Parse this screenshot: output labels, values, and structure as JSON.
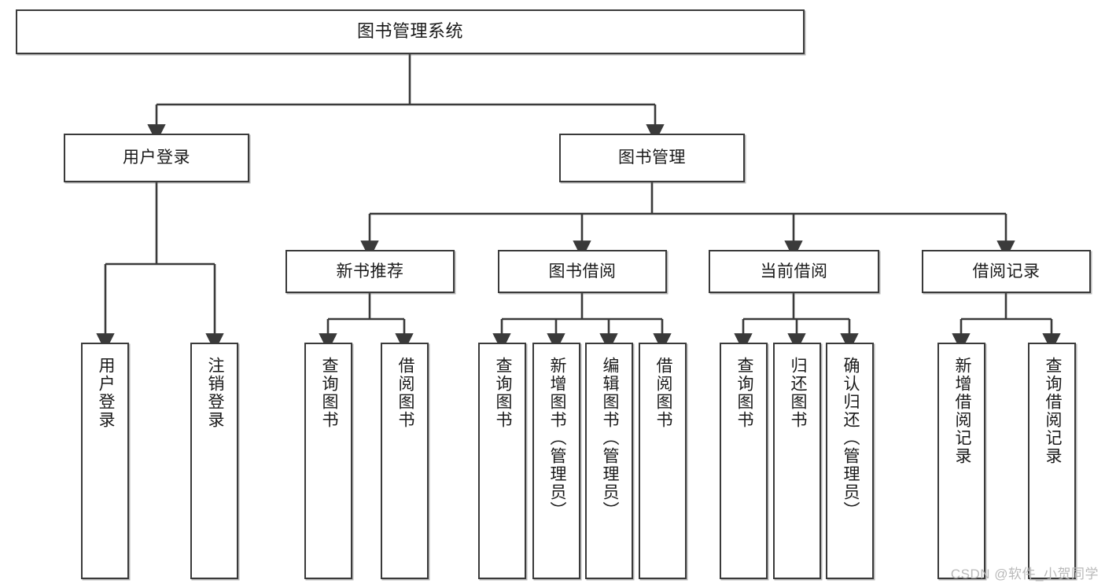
{
  "diagram": {
    "type": "tree",
    "title": "图书管理系统",
    "orientation": "top-down",
    "colors": {
      "node_border": "#3a3a3a",
      "node_fill": "#ffffff",
      "edge": "#3a3a3a",
      "text": "#1a1a1a",
      "watermark": "#b9b9b9"
    },
    "root": {
      "label": "图书管理系统"
    },
    "level2": [
      {
        "label": "用户登录"
      },
      {
        "label": "图书管理"
      }
    ],
    "level3": [
      {
        "label": "新书推荐"
      },
      {
        "label": "图书借阅"
      },
      {
        "label": "当前借阅"
      },
      {
        "label": "借阅记录"
      }
    ],
    "leaves": {
      "user_login": [
        {
          "label": "用户登录"
        },
        {
          "label": "注销登录"
        }
      ],
      "new_book_recommend": [
        {
          "label": "查询图书"
        },
        {
          "label": "借阅图书"
        }
      ],
      "book_borrow": [
        {
          "label": "查询图书"
        },
        {
          "label": "新增图书（管理员）"
        },
        {
          "label": "编辑图书（管理员）"
        },
        {
          "label": "借阅图书"
        }
      ],
      "current_borrow": [
        {
          "label": "查询图书"
        },
        {
          "label": "归还图书"
        },
        {
          "label": "确认归还（管理员）"
        }
      ],
      "borrow_record": [
        {
          "label": "新增借阅记录"
        },
        {
          "label": "查询借阅记录"
        }
      ]
    }
  },
  "watermark": {
    "text": "CSDN @软件_小贺同学"
  }
}
